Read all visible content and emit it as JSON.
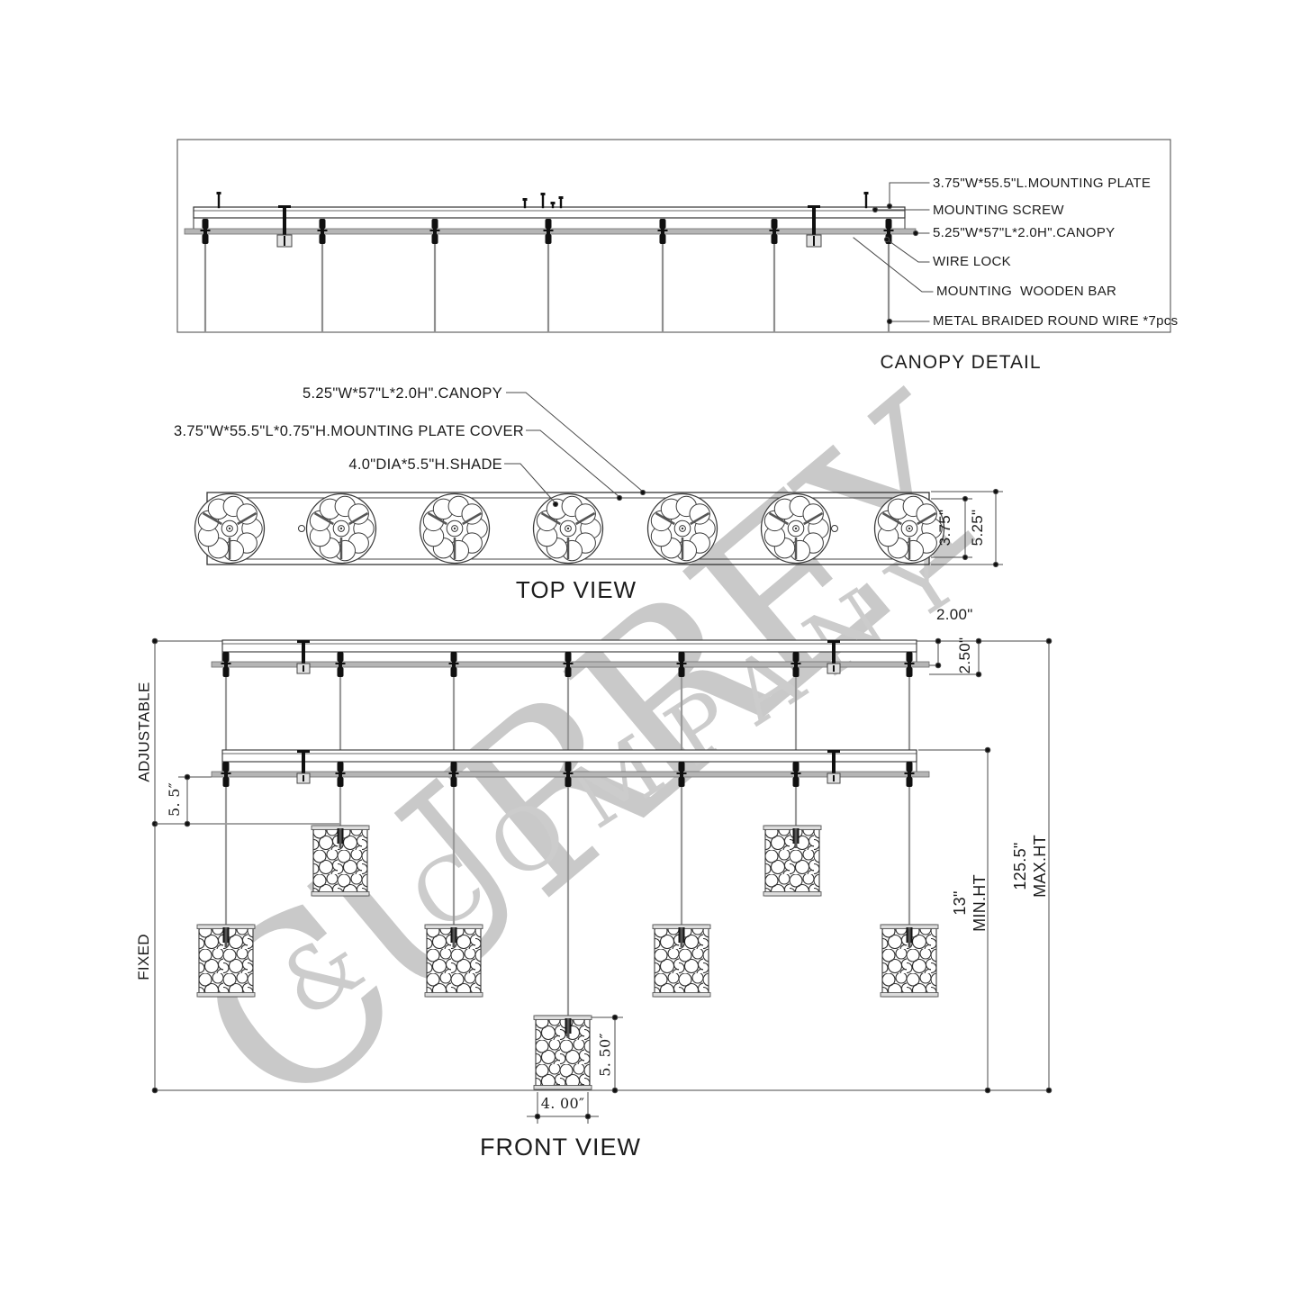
{
  "watermark": {
    "line1": "CURREY",
    "line2": "& COMPANY"
  },
  "canopy_detail": {
    "title": "CANOPY DETAIL",
    "callouts": {
      "mounting_plate": "3.75\"W*55.5\"L.MOUNTING PLATE",
      "mounting_screw": "MOUNTING SCREW",
      "canopy": "5.25\"W*57\"L*2.0H\".CANOPY",
      "wire_lock": "WIRE LOCK",
      "wooden_bar": "MOUNTING  WOODEN BAR",
      "braided_wire": "METAL BRAIDED ROUND WIRE *7pcs"
    }
  },
  "top_view": {
    "title": "TOP VIEW",
    "callouts": {
      "canopy": "5.25\"W*57\"L*2.0H\".CANOPY",
      "plate_cover": "3.75\"W*55.5\"L*0.75\"H.MOUNTING PLATE COVER",
      "shade": "4.0\"DIA*5.5\"H.SHADE"
    },
    "dims": {
      "plate_width": "3.75\"",
      "canopy_width": "5.25\""
    }
  },
  "front_view": {
    "title": "FRONT VIEW",
    "dims": {
      "canopy_height": "2.00\"",
      "canopy_drop": "2.50\"",
      "adjustable": "ADJUSTABLE",
      "fixed": "FIXED",
      "wire_gap": "5. 5″",
      "min_height": "13\"",
      "min_height_label": "MIN.HT",
      "max_height": "125.5\"",
      "max_height_label": "MAX.HT",
      "shade_height": "5. 50″",
      "shade_width": "4. 00″"
    }
  }
}
